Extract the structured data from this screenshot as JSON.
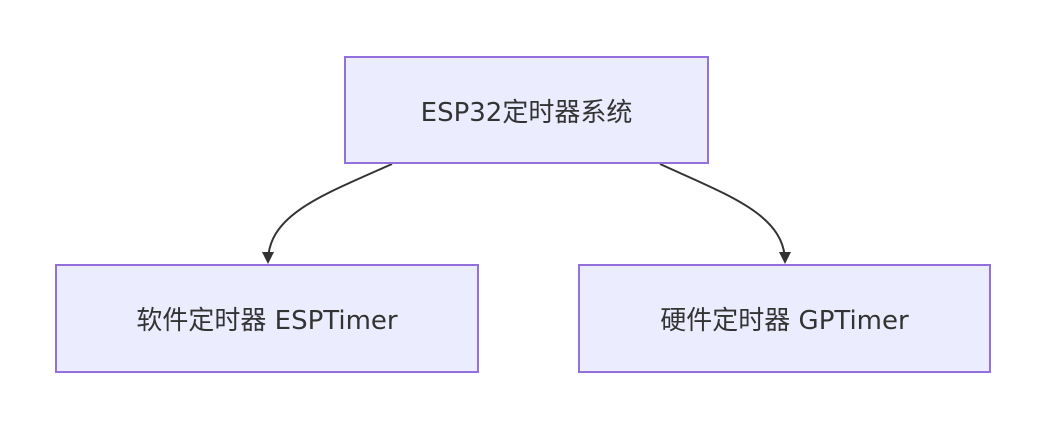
{
  "diagram": {
    "type": "flowchart",
    "direction": "top-down",
    "colors": {
      "node_fill": "#ececff",
      "node_border": "#9370db",
      "edge": "#333333",
      "text": "#333333"
    },
    "nodes": [
      {
        "id": "root",
        "label": "ESP32定时器系统"
      },
      {
        "id": "left",
        "label": "软件定时器 ESPTimer"
      },
      {
        "id": "right",
        "label": "硬件定时器 GPTimer"
      }
    ],
    "edges": [
      {
        "from": "root",
        "to": "left"
      },
      {
        "from": "root",
        "to": "right"
      }
    ]
  }
}
